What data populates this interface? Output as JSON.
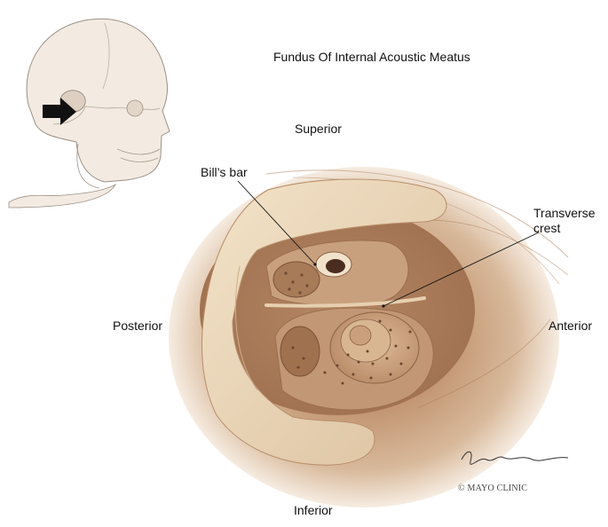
{
  "diagram": {
    "title": "Fundus Of Internal Acoustic Meatus",
    "orientation": {
      "superior": "Superior",
      "inferior": "Inferior",
      "posterior": "Posterior",
      "anterior": "Anterior"
    },
    "labels": {
      "bills_bar": "Bill’s bar",
      "transverse_crest_line1": "Transverse",
      "transverse_crest_line2": "crest"
    },
    "credit": {
      "copyright": "© MAYO CLINIC"
    },
    "colors": {
      "bone_light": "#ecd9bd",
      "bone_mid": "#c9a27c",
      "bone_dark": "#8f6448",
      "label_text": "#111111"
    }
  }
}
